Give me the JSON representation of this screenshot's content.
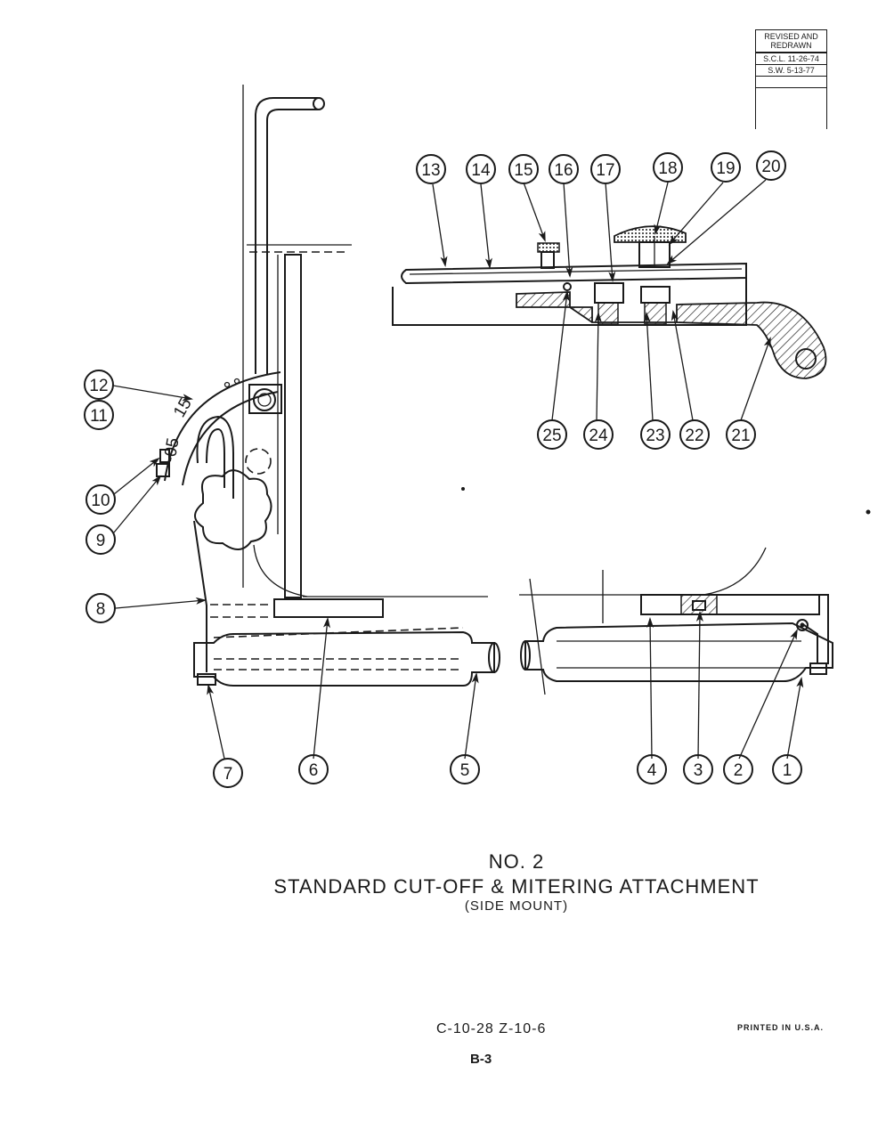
{
  "revision": {
    "header": "REVISED AND REDRAWN",
    "entries": [
      "S.C.L. 11-26-74",
      "S.W. 5-13-77"
    ]
  },
  "callouts": [
    "1",
    "2",
    "3",
    "4",
    "5",
    "6",
    "7",
    "8",
    "9",
    "10",
    "11",
    "12",
    "13",
    "14",
    "15",
    "16",
    "17",
    "18",
    "19",
    "20",
    "21",
    "22",
    "23",
    "24",
    "25"
  ],
  "scale_marks": [
    "15",
    "-05"
  ],
  "title": {
    "line1": "NO. 2",
    "line2": "STANDARD CUT-OFF & MITERING ATTACHMENT",
    "line3": "(SIDE MOUNT)"
  },
  "doc_number": "C-10-28 Z-10-6",
  "page": "B-3",
  "printed": "PRINTED IN U.S.A."
}
